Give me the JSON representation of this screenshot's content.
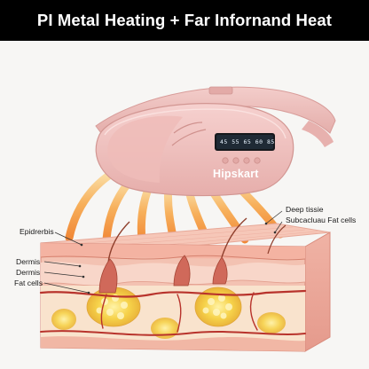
{
  "headline": "PI Metal Heating + Far Infornand Heat",
  "device": {
    "brand": "Hipskart",
    "display_readout": "45 55 65 60 85"
  },
  "labels": {
    "deep_tissue": "Deep tissie",
    "subcutaneous": "Subcacluau Fat cells",
    "epidermis": "Epidrerbis",
    "dermis_1": "Dermis",
    "dermis_2": "Dermis",
    "fat_cells": "Fat cells"
  },
  "colors": {
    "banner_bg": "#000000",
    "device_pink": "#f2c4c2",
    "heat_orange": "#f6a23c",
    "skin_pink": "#f4c2b4",
    "fat_yellow": "#f6d24a",
    "vessel_red": "#b8332c"
  }
}
